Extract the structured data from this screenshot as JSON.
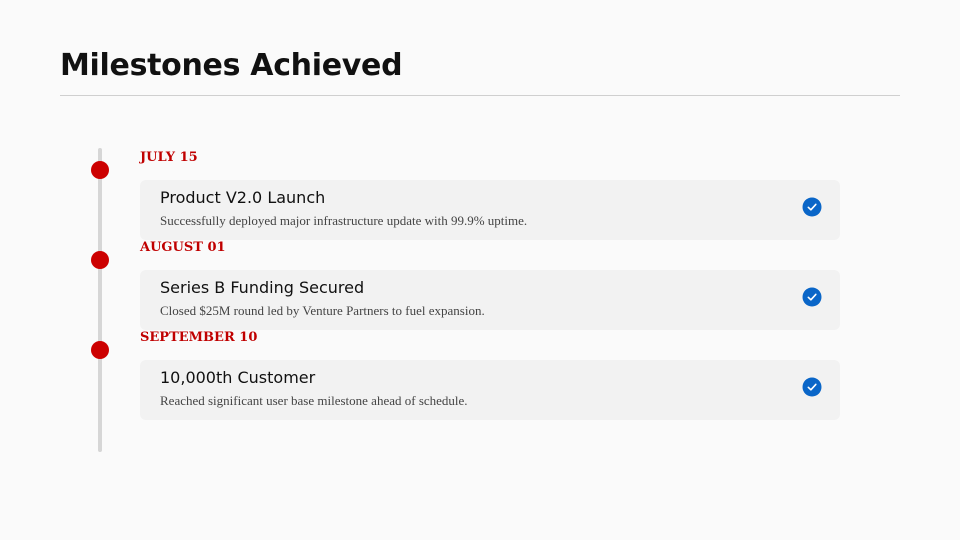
{
  "page": {
    "title": "Milestones Achieved"
  },
  "colors": {
    "accent": "#cc0000",
    "check": "#0a66c8",
    "card_bg": "#f2f2f2",
    "line": "#d6d6d6"
  },
  "milestones": [
    {
      "date": "JULY 15",
      "title": "Product V2.0 Launch",
      "description": "Successfully deployed major infrastructure update with 99.9% uptime.",
      "status_icon": "check-circle-icon"
    },
    {
      "date": "AUGUST 01",
      "title": "Series B Funding Secured",
      "description": "Closed $25M round led by Venture Partners to fuel expansion.",
      "status_icon": "check-circle-icon"
    },
    {
      "date": "SEPTEMBER 10",
      "title": "10,000th Customer",
      "description": "Reached significant user base milestone ahead of schedule.",
      "status_icon": "check-circle-icon"
    }
  ]
}
